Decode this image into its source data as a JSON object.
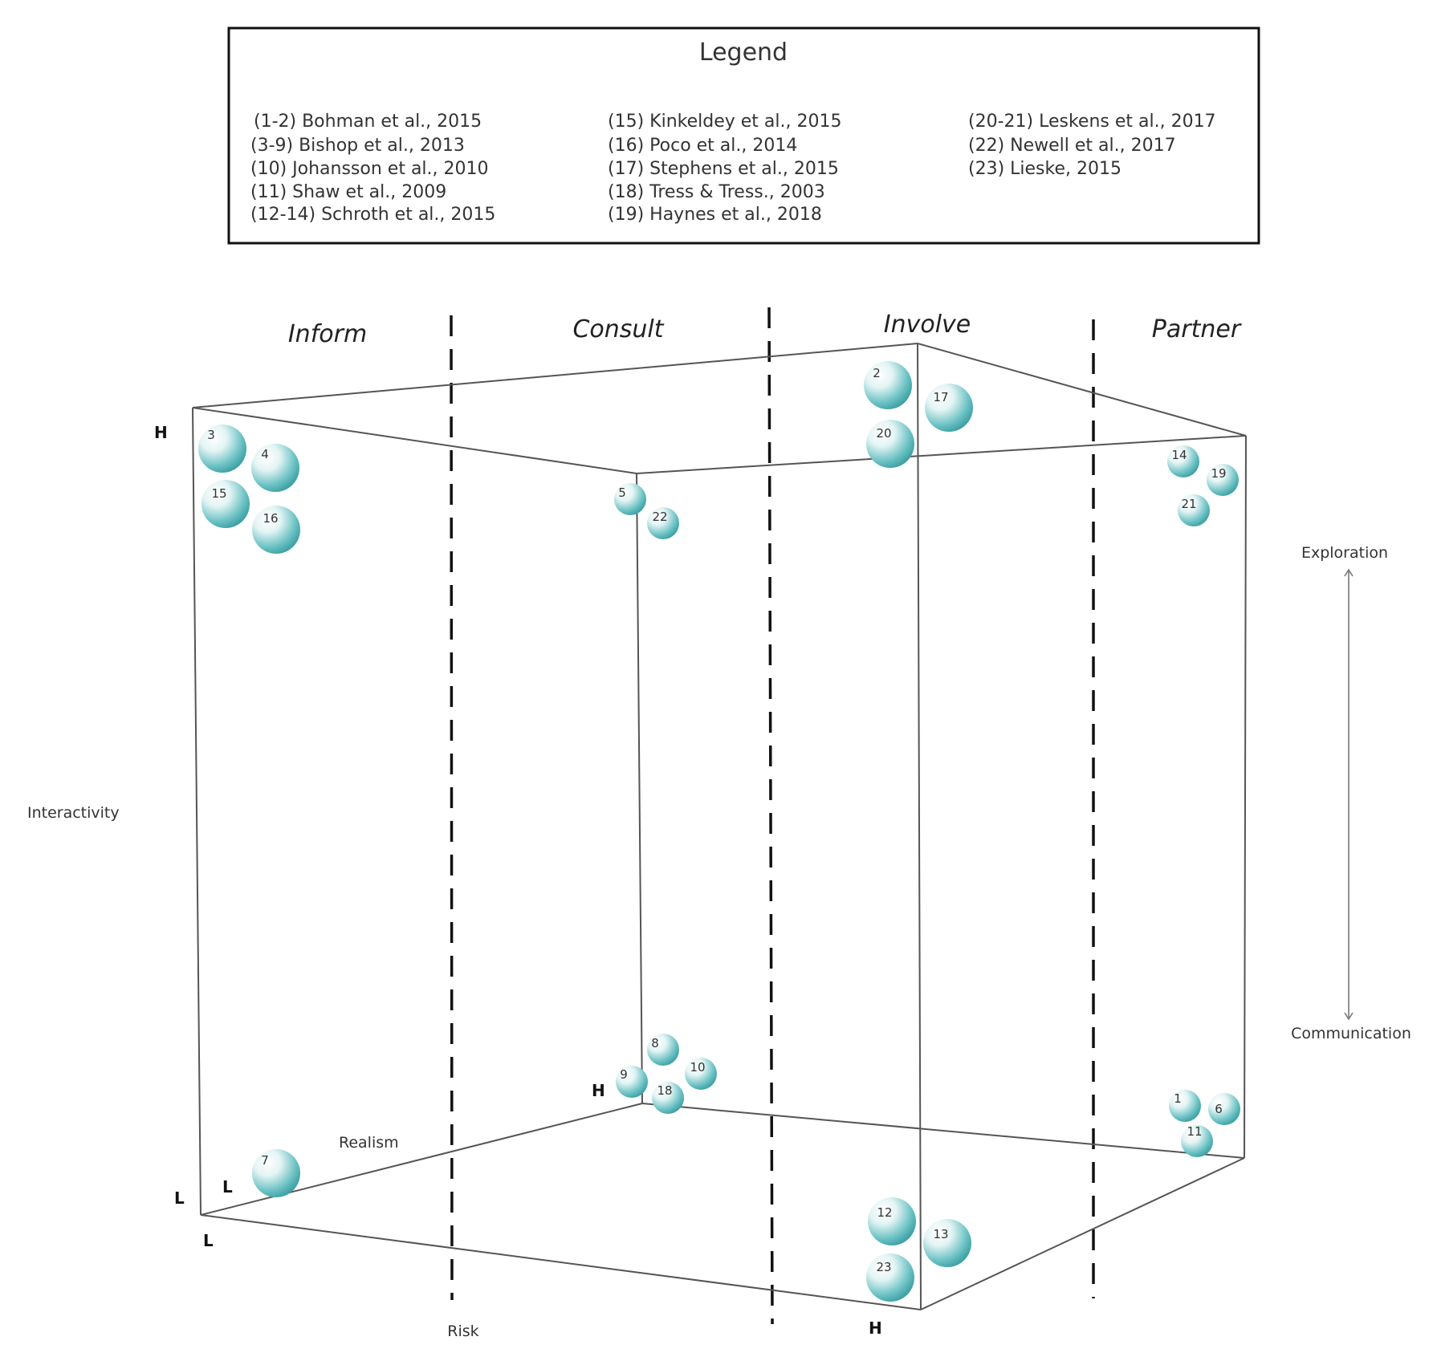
{
  "legend": {
    "title": "Legend",
    "columns": [
      [
        "(1-2) Bohman et al., 2015",
        "(3-9) Bishop et al., 2013",
        "(10) Johansson et al., 2010",
        "(11) Shaw et al., 2009",
        "(12-14) Schroth et al., 2015"
      ],
      [
        "(15) Kinkeldey et al., 2015",
        "(16) Poco et al., 2014",
        "(17) Stephens et al., 2015",
        "(18) Tress & Tress., 2003",
        "(19) Haynes et al., 2018"
      ],
      [
        "(20-21) Leskens et al., 2017",
        "(22) Newell et al., 2017",
        "(23) Lieske, 2015"
      ]
    ]
  },
  "columns": {
    "inform": "Inform",
    "consult": "Consult",
    "involve": "Involve",
    "partner": "Partner"
  },
  "axes": {
    "interactivity": "Interactivity",
    "realism": "Realism",
    "risk": "Risk",
    "exploration": "Exploration",
    "communication": "Communication"
  },
  "marks": {
    "high": "H",
    "low": "L"
  },
  "bubbles": [
    "2",
    "17",
    "20",
    "3",
    "4",
    "15",
    "16",
    "5",
    "22",
    "14",
    "19",
    "21",
    "8",
    "9",
    "10",
    "18",
    "1",
    "6",
    "11",
    "7",
    "12",
    "13",
    "23"
  ],
  "colors": {
    "bubble": "#4fb5b8",
    "line": "#444444"
  }
}
